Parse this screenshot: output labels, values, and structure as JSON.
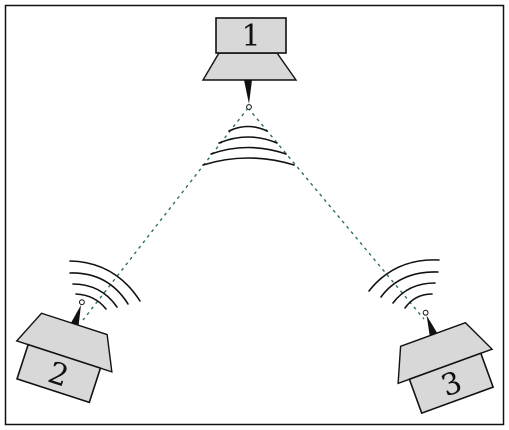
{
  "diagram": {
    "stations": [
      {
        "id": "station-1",
        "label": "1"
      },
      {
        "id": "station-2",
        "label": "2"
      },
      {
        "id": "station-3",
        "label": "3"
      }
    ],
    "links": [
      {
        "from": "1",
        "to": "2",
        "style": "dotted"
      },
      {
        "from": "1",
        "to": "3",
        "style": "dotted"
      }
    ]
  },
  "colors": {
    "frame": "#111111",
    "body_fill": "#d8d8d8",
    "link": "#2f6f5f",
    "waves": "#111111"
  }
}
